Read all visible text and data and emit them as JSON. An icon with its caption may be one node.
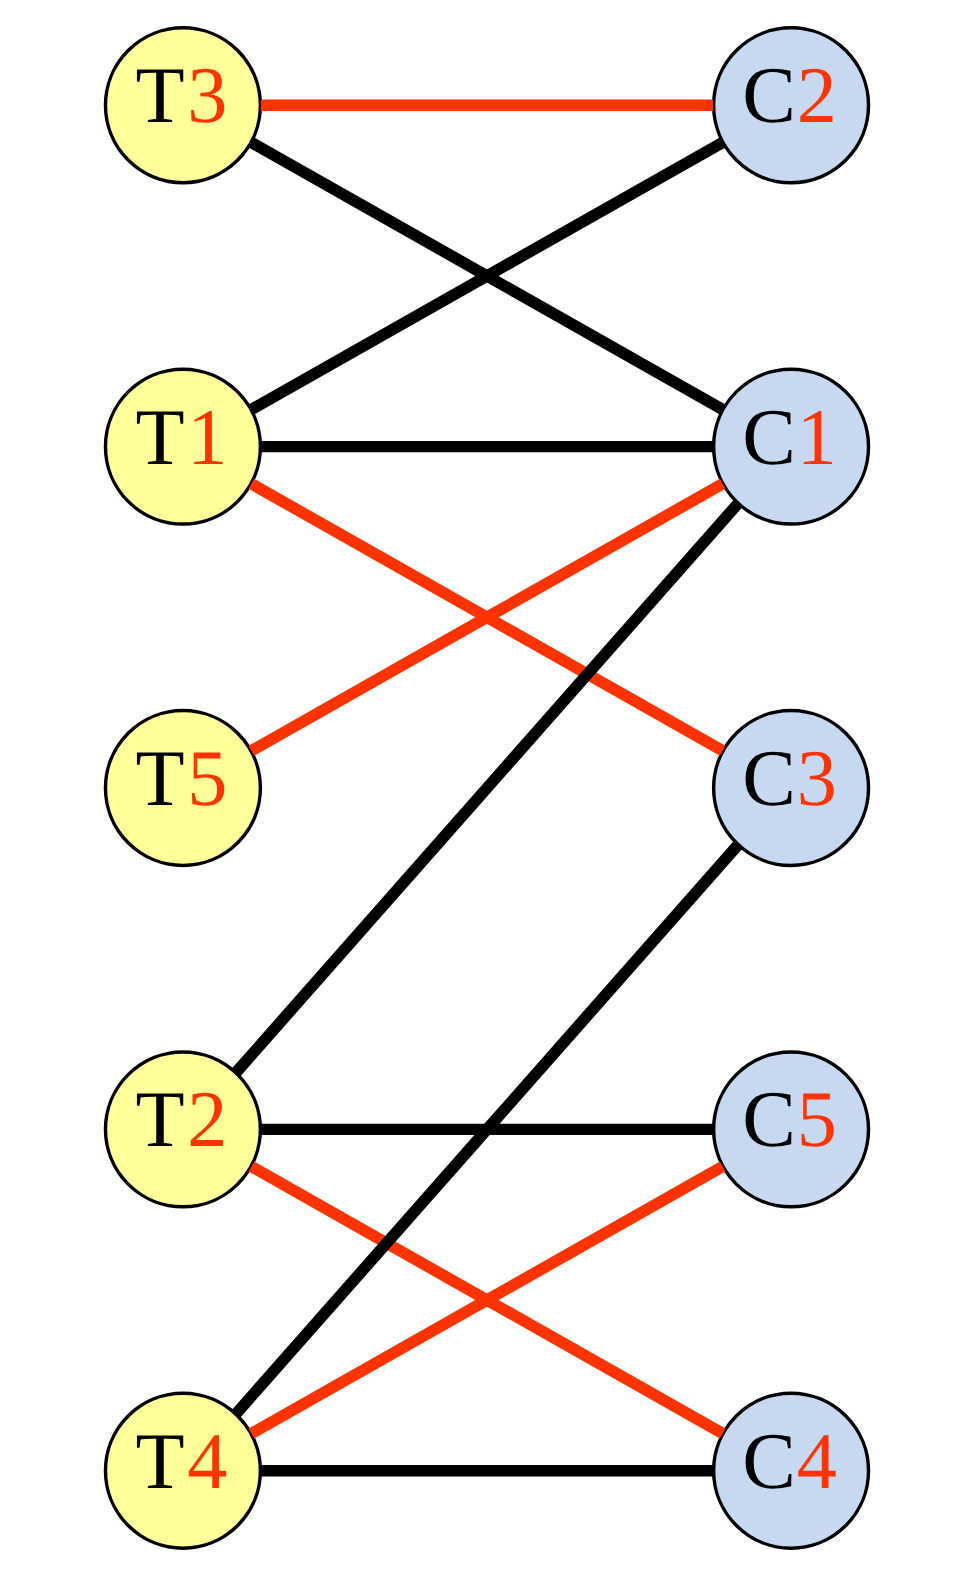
{
  "diagram": {
    "nodes": [
      {
        "text": [
          "T1"
        ]
      },
      {
        "text": [
          "T2"
        ]
      },
      {
        "text": [
          "T3"
        ]
      },
      {
        "text": [
          "T4"
        ]
      },
      {
        "text": [
          "T5"
        ]
      },
      {
        "text": [
          "C1"
        ]
      },
      {
        "text": [
          "C2"
        ]
      },
      {
        "text": [
          "C3"
        ]
      },
      {
        "text": [
          "C4"
        ]
      },
      {
        "text": [
          "C5"
        ]
      }
    ],
    "edges": [
      {
        "from": 0,
        "to": 5,
        "arrow": "none"
      },
      {
        "from": 0,
        "to": 6,
        "arrow": "none"
      },
      {
        "from": 0,
        "to": 7,
        "arrow": "none",
        "color": "#ff3300"
      },
      {
        "from": 1,
        "to": 5,
        "arrow": "none"
      },
      {
        "from": 1,
        "to": 8,
        "arrow": "none",
        "color": "#ff3300"
      },
      {
        "from": 1,
        "to": 9,
        "arrow": "none"
      },
      {
        "from": 2,
        "to": 5,
        "arrow": "none"
      },
      {
        "from": 2,
        "to": 6,
        "arrow": "none",
        "color": "#ff3300"
      },
      {
        "from": 3,
        "to": 7,
        "arrow": "none"
      },
      {
        "from": 3,
        "to": 8,
        "arrow": "none"
      },
      {
        "from": 3,
        "to": 9,
        "arrow": "none",
        "color": "#ff3300"
      },
      {
        "from": 4,
        "to": 5,
        "arrow": "none",
        "color": "#ff3300"
      }
    ]
  }
}
